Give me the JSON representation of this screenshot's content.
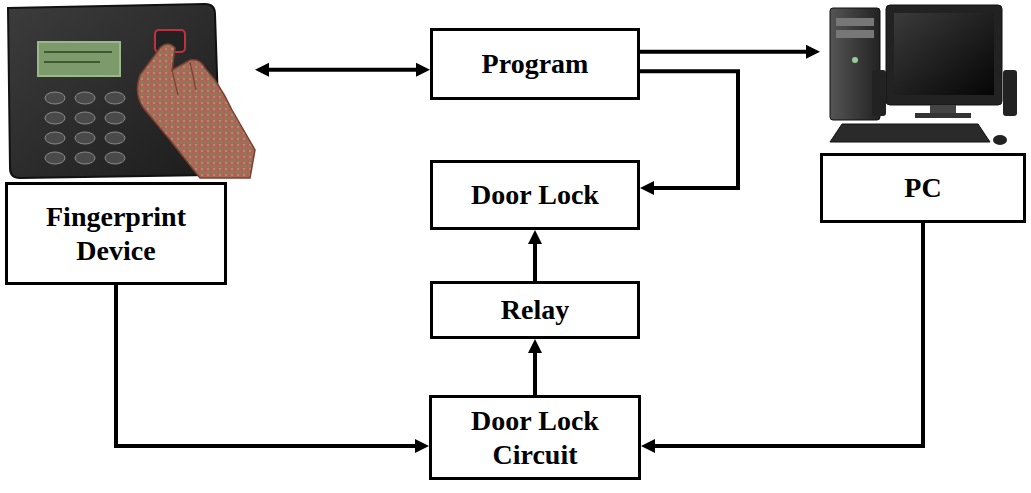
{
  "diagram": {
    "nodes": [
      {
        "text": [
          "Program"
        ]
      },
      {
        "text": [
          "Door Lock"
        ]
      },
      {
        "text": [
          "PC"
        ]
      },
      {
        "text": [
          "Fingerprint Device"
        ]
      },
      {
        "text": [
          "Relay"
        ]
      },
      {
        "text": [
          "Door Lock Circuit"
        ]
      }
    ],
    "edges": [
      {
        "from": 3,
        "to": 0,
        "arrow": "both"
      },
      {
        "from": 0,
        "to": 2,
        "arrow": "to"
      },
      {
        "from": 0,
        "to": 1,
        "arrow": "to"
      },
      {
        "from": 3,
        "to": 5,
        "arrow": "to"
      },
      {
        "from": 2,
        "to": 5,
        "arrow": "to"
      },
      {
        "from": 5,
        "to": 4,
        "arrow": "to"
      },
      {
        "from": 4,
        "to": 1,
        "arrow": "to"
      }
    ]
  }
}
